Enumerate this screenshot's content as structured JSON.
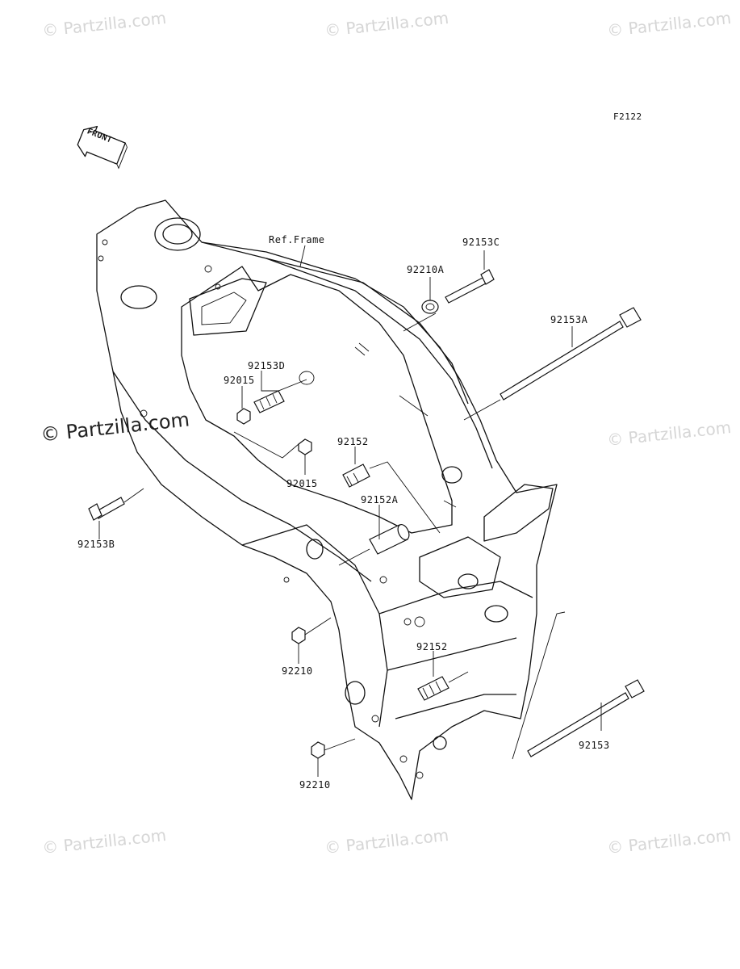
{
  "diagram": {
    "code": "F2122",
    "front_label": "FRONT",
    "ref_frame": "Ref.Frame"
  },
  "watermark": {
    "text": "© Partzilla.com",
    "center_text": "© Partzilla.com"
  },
  "parts": [
    {
      "id": "92153C",
      "label": "92153C"
    },
    {
      "id": "92210A",
      "label": "92210A"
    },
    {
      "id": "92153A",
      "label": "92153A"
    },
    {
      "id": "92153D",
      "label": "92153D"
    },
    {
      "id": "92015-a",
      "label": "92015"
    },
    {
      "id": "92152-a",
      "label": "92152"
    },
    {
      "id": "92015-b",
      "label": "92015"
    },
    {
      "id": "92152A",
      "label": "92152A"
    },
    {
      "id": "92153B",
      "label": "92153B"
    },
    {
      "id": "92210-a",
      "label": "92210"
    },
    {
      "id": "92152-b",
      "label": "92152"
    },
    {
      "id": "92153",
      "label": "92153"
    },
    {
      "id": "92210-b",
      "label": "92210"
    }
  ]
}
